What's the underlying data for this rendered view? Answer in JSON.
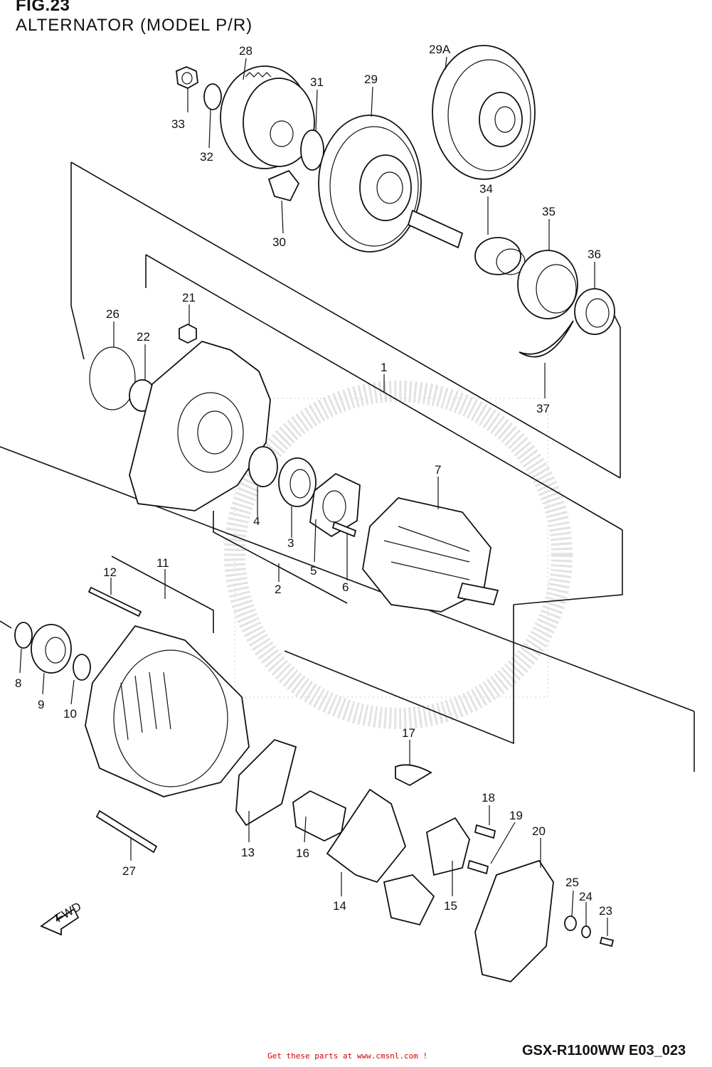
{
  "header": {
    "figure": "FIG.23",
    "title": "ALTERNATOR (MODEL P/R)"
  },
  "footer": {
    "model_code": "GSX-R1100WW  E03_023",
    "link_text": "Get these parts at www.cmsnl.com  !"
  },
  "direction_arrow": "FWD",
  "callouts": {
    "p1": "1",
    "p2": "2",
    "p3": "3",
    "p4": "4",
    "p5": "5",
    "p6": "6",
    "p7": "7",
    "p8": "8",
    "p9": "9",
    "p10": "10",
    "p11": "11",
    "p12": "12",
    "p13": "13",
    "p14": "14",
    "p15": "15",
    "p16": "16",
    "p17": "17",
    "p18": "18",
    "p19": "19",
    "p20": "20",
    "p21": "21",
    "p22": "22",
    "p23": "23",
    "p24": "24",
    "p25": "25",
    "p26": "26",
    "p27": "27",
    "p28": "28",
    "p29": "29",
    "p29a": "29A",
    "p30": "30",
    "p31": "31",
    "p32": "32",
    "p33": "33",
    "p34": "34",
    "p35": "35",
    "p36": "36",
    "p37": "37"
  }
}
